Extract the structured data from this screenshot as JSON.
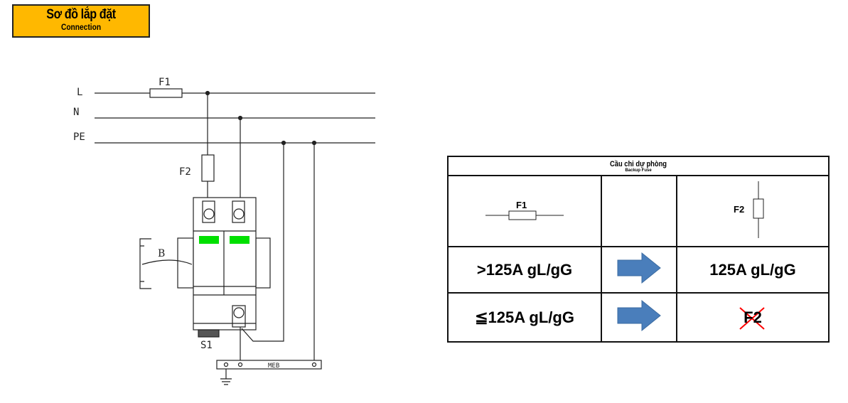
{
  "header": {
    "title": "Sơ đồ lắp đặt",
    "subtitle": "Connection"
  },
  "diagram": {
    "lines": [
      "L",
      "N",
      "PE"
    ],
    "fuse1": "F1",
    "fuse2": "F2",
    "rail": "B",
    "aux": "S1",
    "bar": "MEB",
    "accent": "#00e000"
  },
  "table": {
    "title": "Cầu chi dự phòng",
    "subtitle": "Backup Fuse",
    "f1": "F1",
    "f2": "F2",
    "rows": [
      {
        "left": ">125A gL/gG",
        "right": "125A gL/gG"
      },
      {
        "left": "≦125A gL/gG",
        "right": "F2"
      }
    ],
    "arrow_color": "#4a7ebb",
    "cross_color": "#ff0000"
  }
}
